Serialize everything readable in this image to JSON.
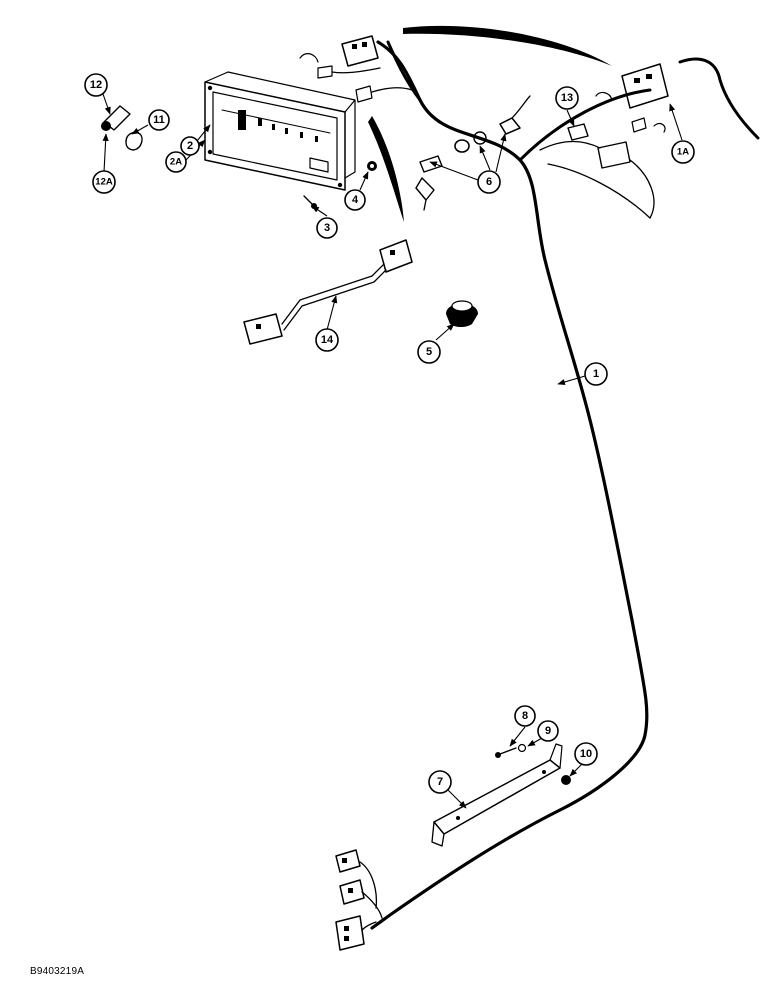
{
  "figure_id": "B9403219A",
  "callouts": {
    "c1": "1",
    "c1a": "1A",
    "c2": "2",
    "c2a": "2A",
    "c3": "3",
    "c4": "4",
    "c5": "5",
    "c6": "6",
    "c7": "7",
    "c8": "8",
    "c9": "9",
    "c10": "10",
    "c11": "11",
    "c12": "12",
    "c12a": "12A",
    "c13": "13",
    "c14": "14"
  }
}
